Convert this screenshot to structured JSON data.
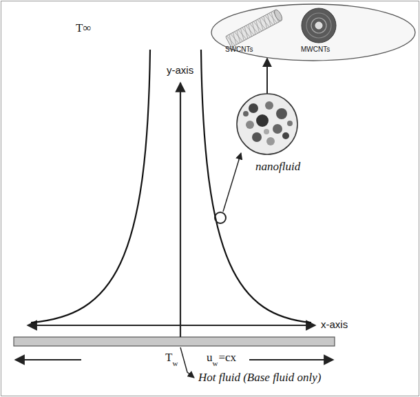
{
  "diagram": {
    "nodes": [
      {
        "text": [
          "SWCNTs",
          "MWCNTs"
        ]
      },
      {
        "text": [
          "nanofluid"
        ]
      }
    ],
    "edges": [
      {
        "from": 1,
        "to": 0,
        "arrow": "to"
      }
    ],
    "labels": [
      "y-axis",
      "T∞",
      "x-axis",
      "T",
      "w",
      "u",
      "w",
      "=cx",
      "Hot fluid (Base fluid only)"
    ]
  }
}
